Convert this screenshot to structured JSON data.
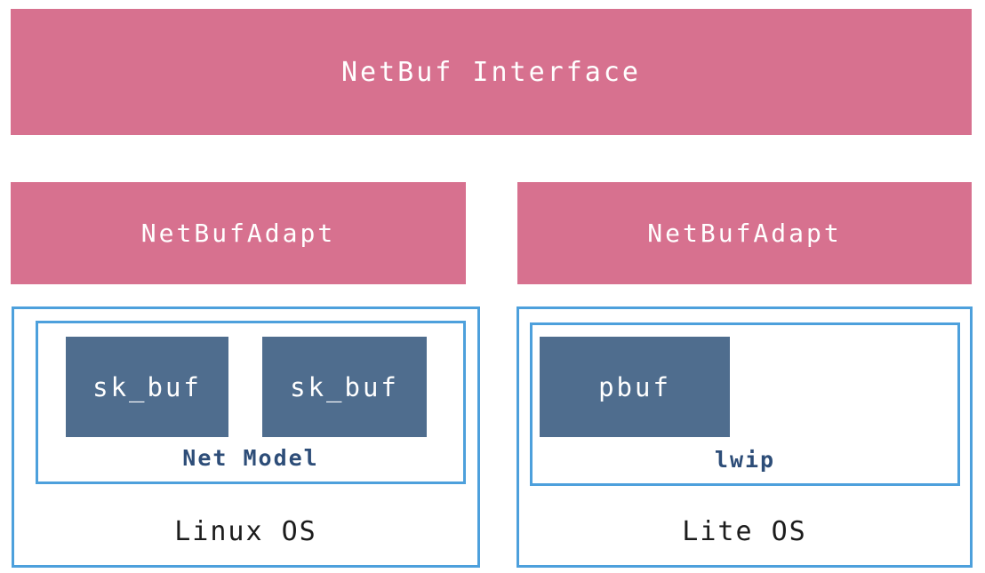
{
  "colors": {
    "banner_bg": "#d7718f",
    "banner_text": "#ffffff",
    "block_bg": "#4f6d8e",
    "block_text": "#ffffff",
    "box_border": "#4da0dc",
    "inner_label": "#2d4d78",
    "os_label": "#1c1c1c",
    "background": "#ffffff"
  },
  "banner": {
    "label": "NetBuf Interface"
  },
  "columns": [
    {
      "adapter_label": "NetBufAdapt",
      "model_label": "Net Model",
      "os_label": "Linux OS",
      "buffers": [
        "sk_buf",
        "sk_buf"
      ]
    },
    {
      "adapter_label": "NetBufAdapt",
      "model_label": "lwip",
      "os_label": "Lite OS",
      "buffers": [
        "pbuf"
      ]
    }
  ]
}
